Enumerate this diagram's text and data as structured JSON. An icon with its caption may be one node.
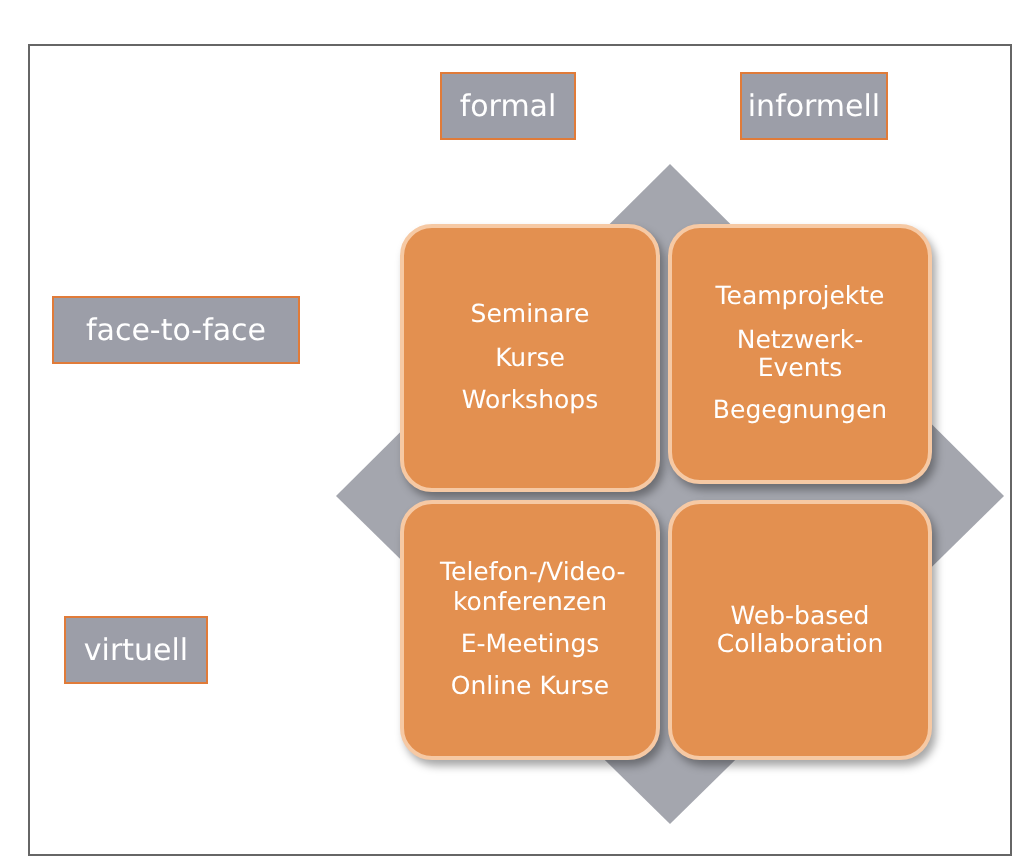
{
  "diagram": {
    "nodes": [
      {
        "text": [
          "formal"
        ]
      },
      {
        "text": [
          "informell"
        ]
      },
      {
        "text": [
          "face-to-face"
        ]
      },
      {
        "text": [
          "virtuell"
        ]
      },
      {
        "text": [
          "Seminare",
          "Kurse",
          "Workshops"
        ]
      },
      {
        "text": [
          "Teamprojekte",
          "Netzwerk-Events",
          "Begegnungen"
        ]
      },
      {
        "text": [
          "Telefon-/Video-konferenzen",
          "E-Meetings",
          "Online Kurse"
        ]
      },
      {
        "text": [
          "Web-based Collaboration"
        ]
      }
    ],
    "edges": []
  }
}
